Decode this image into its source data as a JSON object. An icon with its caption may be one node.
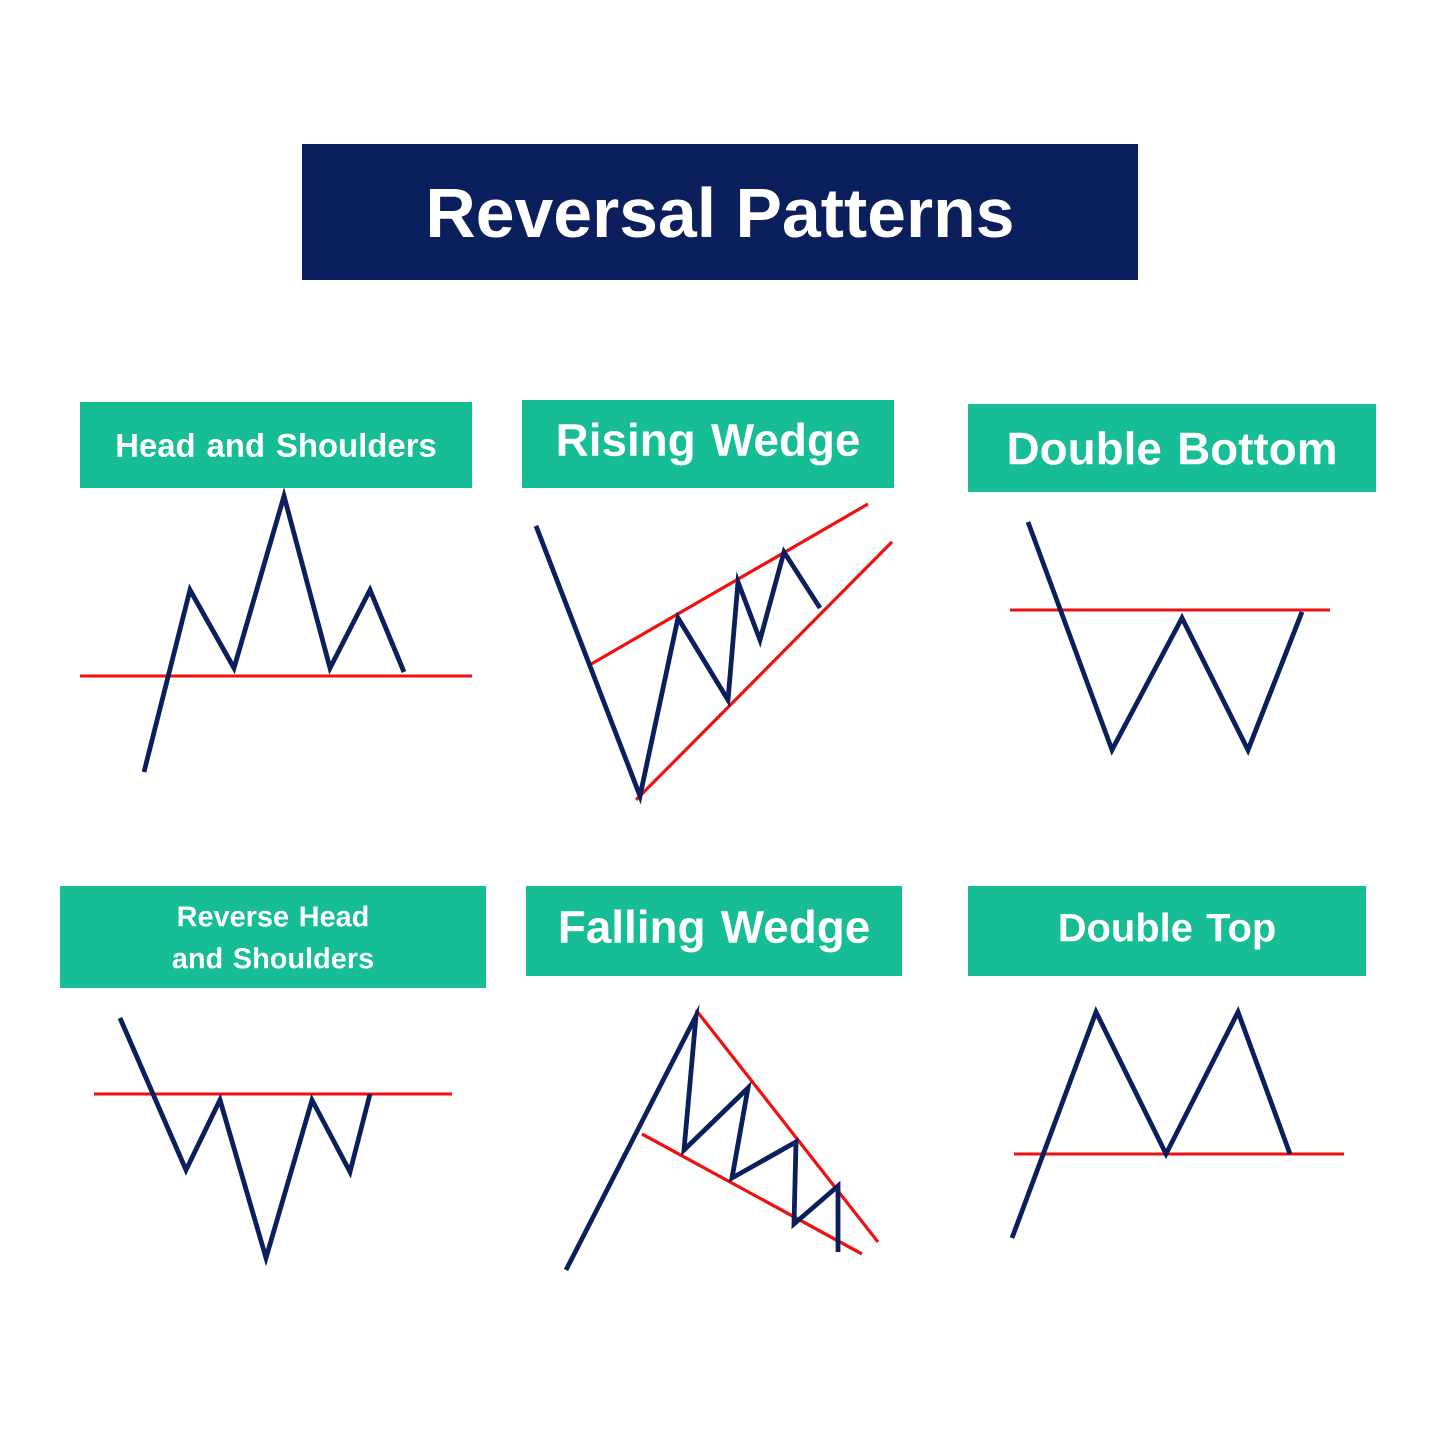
{
  "diagram": {
    "title": "Reversal Patterns",
    "nodes": [
      {
        "text": [
          "Head and Shoulders"
        ]
      },
      {
        "text": [
          "Rising Wedge"
        ]
      },
      {
        "text": [
          "Double Bottom"
        ]
      },
      {
        "text": [
          "Reverse Head and Shoulders"
        ]
      },
      {
        "text": [
          "Falling Wedge"
        ]
      },
      {
        "text": [
          "Double Top"
        ]
      }
    ]
  }
}
